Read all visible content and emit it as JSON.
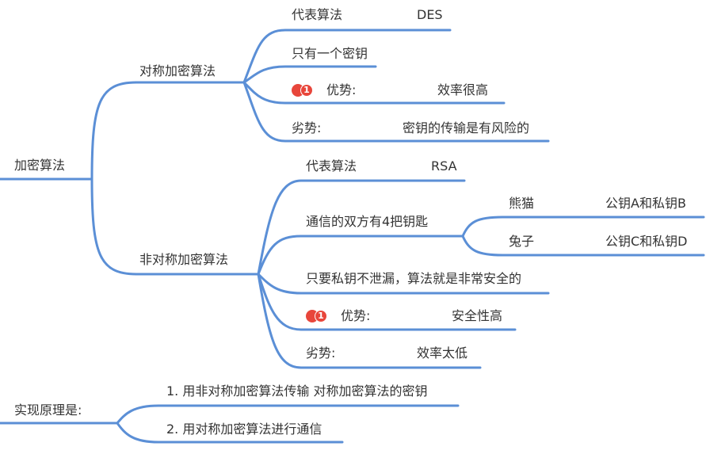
{
  "root": {
    "label": "加密算法"
  },
  "symmetric": {
    "label": "对称加密算法",
    "rep_label": "代表算法",
    "rep_value": "DES",
    "one_key": "只有一个密钥",
    "adv_label": "优势:",
    "adv_value": "效率很高",
    "adv_badge": "1",
    "dis_label": "劣势:",
    "dis_value": "密钥的传输是有风险的"
  },
  "asymmetric": {
    "label": "非对称加密算法",
    "rep_label": "代表算法",
    "rep_value": "RSA",
    "keys_label": "通信的双方有4把钥匙",
    "panda_label": "熊猫",
    "panda_value": "公钥A和私钥B",
    "rabbit_label": "兔子",
    "rabbit_value": "公钥C和私钥D",
    "secure_label": "只要私钥不泄漏，算法就是非常安全的",
    "adv_label": "优势:",
    "adv_value": "安全性高",
    "adv_badge": "1",
    "dis_label": "劣势:",
    "dis_value": "效率太低"
  },
  "principle": {
    "label": "实现原理是:",
    "step1": "1. 用非对称加密算法传输 对称加密算法的密钥",
    "step2": "2. 用对称加密算法进行通信"
  },
  "colors": {
    "line": "#5b8fd6",
    "badge": "#e8463b"
  }
}
